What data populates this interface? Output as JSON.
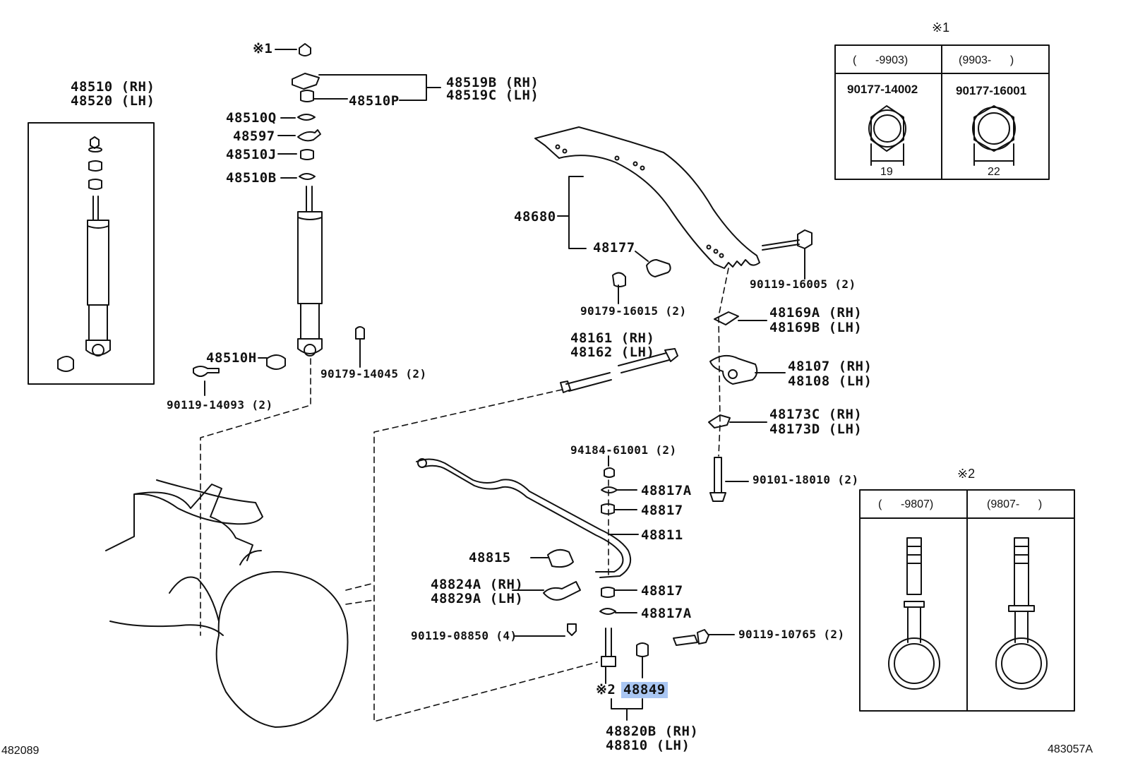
{
  "labels": {
    "shock_rh": "48510 (RH)",
    "shock_lh": "48520 (LH)",
    "note1_top": "※1",
    "bracket_rh": "48519B (RH)",
    "bracket_lh": "48519C (LH)",
    "p48510p": "48510P",
    "p48510q": "48510Q",
    "p48597": "48597",
    "p48510j": "48510J",
    "p48510b": "48510B",
    "p48680": "48680",
    "p48177": "48177",
    "bolt_16005": "90119-16005 (2)",
    "nut_16015": "90179-16015 (2)",
    "p48169a": "48169A (RH)",
    "p48169b": "48169B (LH)",
    "p48161": "48161 (RH)",
    "p48162": "48162 (LH)",
    "p48510h": "48510H",
    "nut_14045": "90179-14045 (2)",
    "bolt_14093": "90119-14093 (2)",
    "p48107": "48107 (RH)",
    "p48108": "48108 (LH)",
    "p48173c": "48173C (RH)",
    "p48173d": "48173D (LH)",
    "nut_61001": "94184-61001 (2)",
    "p48817a_1": "48817A",
    "p48817_1": "48817",
    "p48811": "48811",
    "bolt_18010": "90101-18010 (2)",
    "p48815": "48815",
    "p48824a": "48824A (RH)",
    "p48829a": "48829A (LH)",
    "p48817_2": "48817",
    "p48817a_2": "48817A",
    "bolt_08850": "90119-08850 (4)",
    "bolt_10765": "90119-10765 (2)",
    "note2_side": "※2",
    "p48849": "48849",
    "p48820b": "48820B (RH)",
    "p48810": "48810 (LH)"
  },
  "inset1": {
    "marker": "※1",
    "col1_header": "(      -9903)",
    "col2_header": "(9903-      )",
    "col1_part": "90177-14002",
    "col2_part": "90177-16001",
    "col1_size": "19",
    "col2_size": "22"
  },
  "inset2": {
    "marker": "※2",
    "col1_header": "(      -9807)",
    "col2_header": "(9807-      )"
  },
  "footer": {
    "left_code": "482089",
    "right_code": "483057A"
  },
  "colors": {
    "line": "#111111",
    "highlight": "#a9c6f2",
    "background": "#ffffff"
  }
}
